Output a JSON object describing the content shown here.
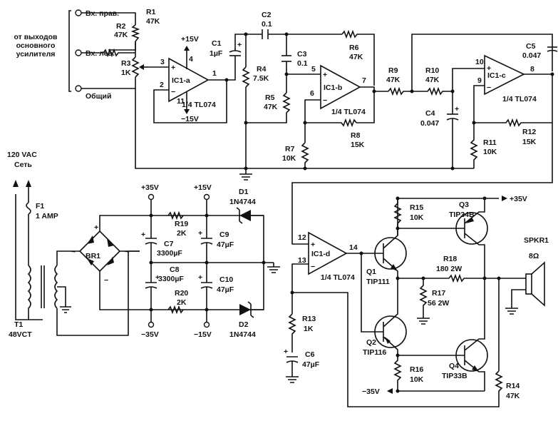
{
  "inputs": {
    "source_note": [
      "от выходов",
      "основного",
      "усилителя"
    ],
    "right": "Вх. прав.",
    "left": "Вх. лев.",
    "common": "Общий"
  },
  "components": {
    "R1": {
      "ref": "R1",
      "value": "47K"
    },
    "R2": {
      "ref": "R2",
      "value": "47K"
    },
    "R3": {
      "ref": "R3",
      "value": "1K"
    },
    "R4": {
      "ref": "R4",
      "value": "7.5K"
    },
    "R5": {
      "ref": "R5",
      "value": "47K"
    },
    "R6": {
      "ref": "R6",
      "value": "47K"
    },
    "R7": {
      "ref": "R7",
      "value": "10K"
    },
    "R8": {
      "ref": "R8",
      "value": "15K"
    },
    "R9": {
      "ref": "R9",
      "value": "47K"
    },
    "R10": {
      "ref": "R10",
      "value": "47K"
    },
    "R11": {
      "ref": "R11",
      "value": "10K"
    },
    "R12": {
      "ref": "R12",
      "value": "15K"
    },
    "R13": {
      "ref": "R13",
      "value": "1K"
    },
    "R14": {
      "ref": "R14",
      "value": "47K"
    },
    "R15": {
      "ref": "R15",
      "value": "10K"
    },
    "R16": {
      "ref": "R16",
      "value": "10K"
    },
    "R17": {
      "ref": "R17",
      "value": "56 2W"
    },
    "R18": {
      "ref": "R18",
      "value": "180 2W"
    },
    "R19": {
      "ref": "R19",
      "value": "2K"
    },
    "R20": {
      "ref": "R20",
      "value": "2K"
    },
    "C1": {
      "ref": "C1",
      "value": "1µF"
    },
    "C2": {
      "ref": "C2",
      "value": "0.1"
    },
    "C3": {
      "ref": "C3",
      "value": "0.1"
    },
    "C4": {
      "ref": "C4",
      "value": "0.047"
    },
    "C5": {
      "ref": "C5",
      "value": "0.047"
    },
    "C6": {
      "ref": "C6",
      "value": "47µF"
    },
    "C7": {
      "ref": "C7",
      "value": "3300µF"
    },
    "C8": {
      "ref": "C8",
      "value": "3300µF"
    },
    "C9": {
      "ref": "C9",
      "value": "47µF"
    },
    "C10": {
      "ref": "C10",
      "value": "47µF"
    },
    "D1": {
      "ref": "D1",
      "value": "1N4744"
    },
    "D2": {
      "ref": "D2",
      "value": "1N4744"
    },
    "Q1": {
      "ref": "Q1",
      "value": "TIP111"
    },
    "Q2": {
      "ref": "Q2",
      "value": "TIP116"
    },
    "Q3": {
      "ref": "Q3",
      "value": "TIP34B"
    },
    "Q4": {
      "ref": "Q4",
      "value": "TIP33B"
    },
    "BR1": {
      "ref": "BR1"
    },
    "F1": {
      "ref": "F1",
      "value": "1 AMP"
    },
    "T1": {
      "ref": "T1",
      "value": "48VCT"
    },
    "SPKR1": {
      "ref": "SPKR1",
      "value": "8Ω"
    }
  },
  "opamps": {
    "IC1a": {
      "name": "IC1-a",
      "part": "1/4 TL074"
    },
    "IC1b": {
      "name": "IC1-b",
      "part": "1/4 TL074"
    },
    "IC1c": {
      "name": "IC1-c",
      "part": "1/4 TL074"
    },
    "IC1d": {
      "name": "IC1-d",
      "part": "1/4 TL074"
    }
  },
  "pins": {
    "p1": "1",
    "p2": "2",
    "p3": "3",
    "p4": "4",
    "p5": "5",
    "p6": "6",
    "p7": "7",
    "p8": "8",
    "p9": "9",
    "p10": "10",
    "p11": "11",
    "p12": "12",
    "p13": "13",
    "p14": "14"
  },
  "rails": {
    "plus15": "+15V",
    "minus15": "−15V",
    "plus35": "+35V",
    "minus35": "−35V"
  },
  "mains": {
    "voltage": "120 VAC",
    "label": "Сеть"
  },
  "polarity": {
    "plus": "+",
    "minus": "−",
    "ac": "~"
  }
}
